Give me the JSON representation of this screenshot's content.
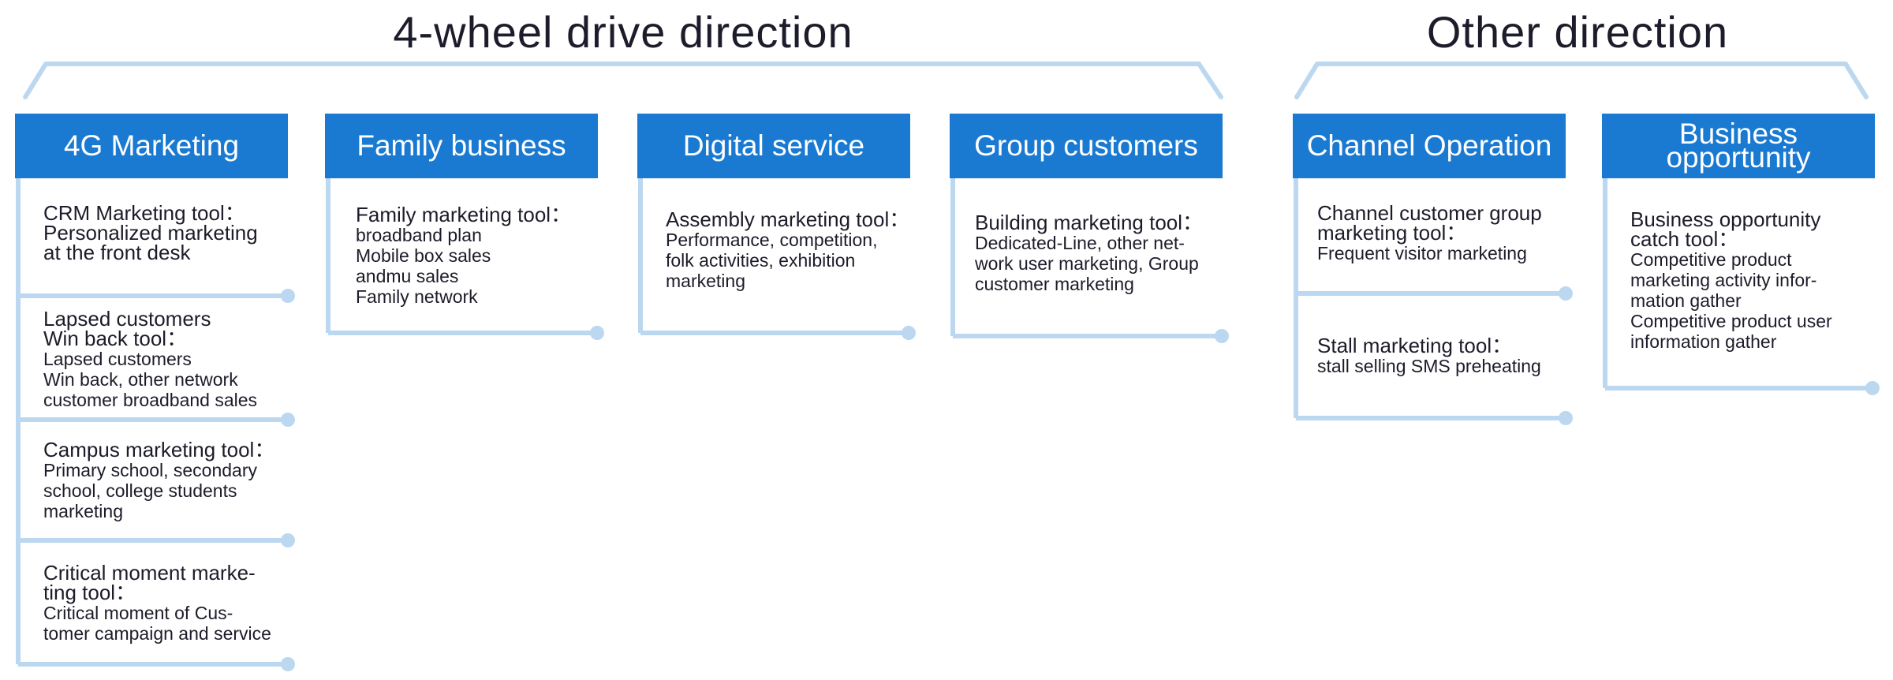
{
  "groups": {
    "four_wheel": {
      "title": "4-wheel drive direction"
    },
    "other": {
      "title": "Other direction"
    }
  },
  "columns": [
    {
      "header": "4G Marketing",
      "cells": [
        {
          "title": "CRM Marketing tool：\nPersonalized marketing\nat the front desk",
          "body": ""
        },
        {
          "title": "Lapsed customers\nWin back tool：",
          "body": "Lapsed customers\nWin back, other network\ncustomer broadband sales"
        },
        {
          "title": "Campus marketing tool：",
          "body": "Primary school, secondary\nschool, college students\nmarketing"
        },
        {
          "title": "Critical moment marke-\nting tool：",
          "body": "Critical moment of Cus-\ntomer campaign and service"
        }
      ]
    },
    {
      "header": "Family business",
      "cells": [
        {
          "title": "Family marketing tool：",
          "body": "broadband plan\nMobile box sales\nandmu sales\nFamily network"
        }
      ]
    },
    {
      "header": "Digital service",
      "cells": [
        {
          "title": "Assembly marketing tool：",
          "body": "Performance, competition,\nfolk activities, exhibition\nmarketing"
        }
      ]
    },
    {
      "header": "Group customers",
      "cells": [
        {
          "title": "Building marketing tool：",
          "body": "Dedicated-Line, other net-\nwork user marketing, Group\ncustomer marketing"
        }
      ]
    },
    {
      "header": "Channel Operation",
      "cells": [
        {
          "title": "Channel customer group\nmarketing tool：",
          "body": "Frequent visitor marketing"
        },
        {
          "title": "Stall marketing tool：",
          "body": "stall selling SMS preheating"
        }
      ]
    },
    {
      "header": "Business\nopportunity",
      "cells": [
        {
          "title": "Business opportunity\ncatch tool：",
          "body": "Competitive product\nmarketing activity infor-\nmation gather\nCompetitive product user\ninformation gather"
        }
      ]
    }
  ],
  "colors": {
    "header_bg": "#1a7ad1",
    "line": "#bcd8f0",
    "text": "#1c1c2a"
  }
}
